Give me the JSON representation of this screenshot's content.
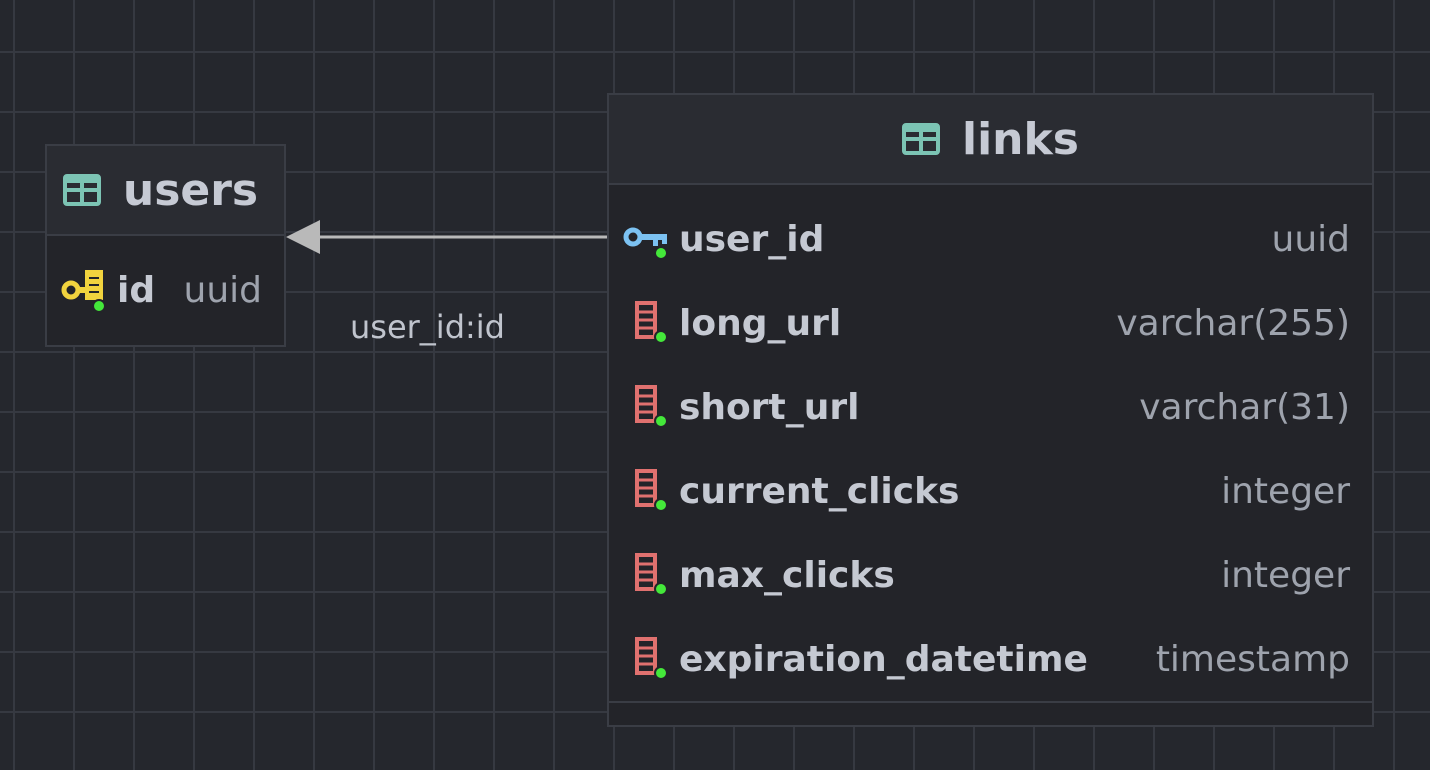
{
  "relation": {
    "label": "user_id:id"
  },
  "tables": {
    "users": {
      "name": "users",
      "columns": [
        {
          "name": "id",
          "type": "uuid",
          "icon": "primary-key-icon"
        }
      ]
    },
    "links": {
      "name": "links",
      "columns": [
        {
          "name": "user_id",
          "type": "uuid",
          "icon": "foreign-key-icon"
        },
        {
          "name": "long_url",
          "type": "varchar(255)",
          "icon": "column-icon"
        },
        {
          "name": "short_url",
          "type": "varchar(31)",
          "icon": "column-icon"
        },
        {
          "name": "current_clicks",
          "type": "integer",
          "icon": "column-icon"
        },
        {
          "name": "max_clicks",
          "type": "integer",
          "icon": "column-icon"
        },
        {
          "name": "expiration_datetime",
          "type": "timestamp",
          "icon": "column-icon"
        }
      ]
    }
  },
  "colors": {
    "background": "#25272d",
    "table_icon": "#7cc4b4",
    "primary_key": "#f1d33e",
    "foreign_key": "#7cc2f2",
    "column": "#e0716f",
    "not_null_dot": "#44e83a",
    "relation_line": "#b9b9b9"
  }
}
